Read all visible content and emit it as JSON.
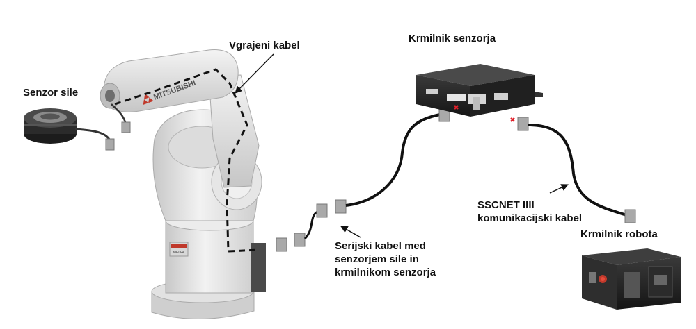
{
  "labels": {
    "force_sensor": "Senzor sile",
    "builtin_cable": "Vgrajeni kabel",
    "sensor_controller": "Krmilnik senzorja",
    "sscnet_line1": "SSCNET IIII",
    "sscnet_line2": "komunikacijski kabel",
    "robot_controller": "Krmilnik robota",
    "serial_line1": "Serijski kabel med",
    "serial_line2": "senzorjem sile in",
    "serial_line3": "krmilnikom senzorja"
  },
  "branding": {
    "robot_logo_text": "MITSUBISHI",
    "base_badge_text": "MELFA"
  },
  "colors": {
    "robot_body": "#e8e8e8",
    "robot_shade": "#c9c9c9",
    "cable": "#111111",
    "connector": "#a9a9a9",
    "controller_body": "#2a2a2a",
    "marker_red": "#e0202a"
  }
}
